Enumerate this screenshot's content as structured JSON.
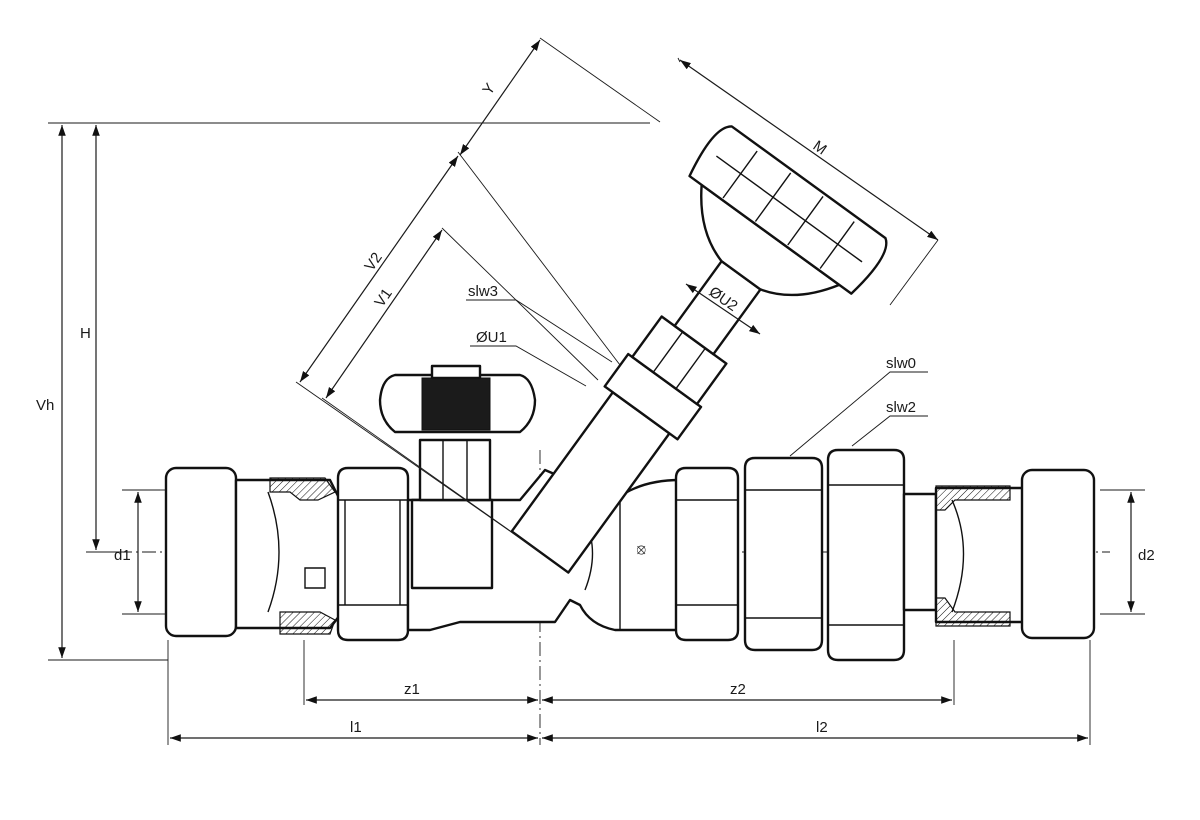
{
  "labels": {
    "Y": "Y",
    "M": "M",
    "V2": "V2",
    "V1": "V1",
    "slw3": "slw3",
    "U2": "ØU2",
    "U1": "ØU1",
    "slw0": "slw0",
    "slw2": "slw2",
    "H": "H",
    "Vh": "Vh",
    "d1": "d1",
    "d2": "d2",
    "z1": "z1",
    "z2": "z2",
    "l1": "l1",
    "l2": "l2"
  },
  "colors": {
    "line": "#111111",
    "background": "#ffffff",
    "hatch": "#111111"
  }
}
